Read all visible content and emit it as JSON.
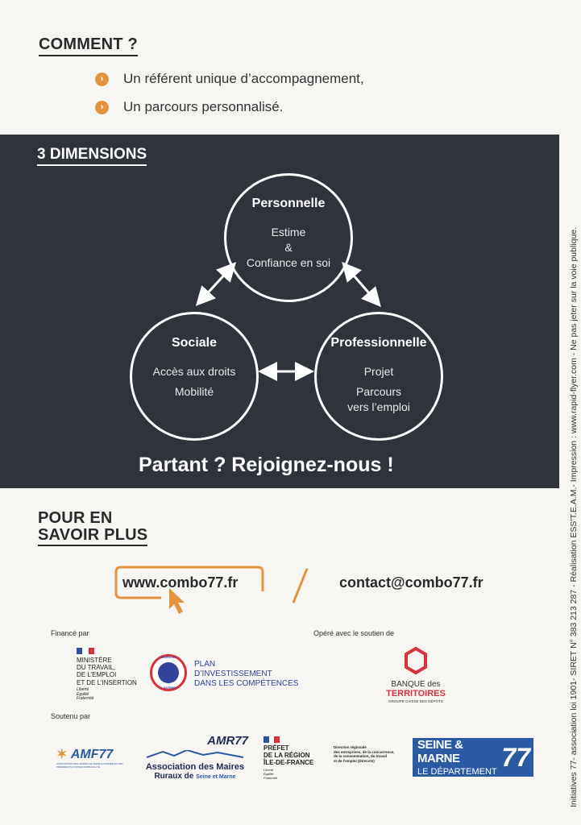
{
  "comment": {
    "title": "COMMENT ?",
    "bullets": [
      "Un référent unique d’accompagnement,",
      "Un parcours personnalisé."
    ]
  },
  "dimensions": {
    "title": "3 DIMENSIONS",
    "personnelle": {
      "title": "Personnelle",
      "lines": [
        "Estime",
        "&",
        "Confiance en soi"
      ]
    },
    "sociale": {
      "title": "Sociale",
      "lines": [
        "Accès aux droits",
        "Mobilité"
      ]
    },
    "professionnelle": {
      "title": "Professionnelle",
      "lines": [
        "Projet",
        "Parcours",
        "vers l’emploi"
      ]
    },
    "tagline": "Partant ? Rejoignez-nous !"
  },
  "savoir": {
    "title_line1": "POUR EN",
    "title_line2": "SAVOIR PLUS",
    "website": "www.combo77.fr",
    "email": "contact@combo77.fr"
  },
  "funding": {
    "finance_par": "Financé par",
    "opere_avec": "Opéré avec le soutien de",
    "soutenu_par": "Soutenu par",
    "ministere": [
      "MINISTÈRE",
      "DU TRAVAIL,",
      "DE L’EMPLOI",
      "ET DE L’INSERTION"
    ],
    "devise": [
      "Liberté",
      "Égalité",
      "Fraternité"
    ],
    "plan": [
      "PLAN",
      "D’INVESTISSEMENT",
      "DANS LES COMPÉTENCES"
    ],
    "investir_seal": [
      "INVESTIR",
      "L’AVENIR"
    ],
    "banque": {
      "line1": "BANQUE des",
      "line2": "TERRITOIRES",
      "line3": "GROUPE CAISSE DES DÉPÔTS"
    },
    "amf": "AMF77",
    "amf_sub": "ASSOCIATION DES MAIRES DE SEINE-ET-MARNE ET DES PRÉSIDENTS D’INTERCOMMUNALITÉ",
    "amr": {
      "logo": "AMR77",
      "line1": "Association des Maires",
      "line2": "Ruraux de",
      "line2b": "Seine et Marne"
    },
    "prefet": [
      "PRÉFET",
      "DE LA RÉGION",
      "ÎLE-DE-FRANCE"
    ],
    "direccte": [
      "Direction régionale",
      "des entreprises, de la concurrence,",
      "de la consommation, du travail",
      "et de l’emploi (Direccte)"
    ],
    "seine": {
      "line1": "SEINE & MARNE",
      "line2": "LE DÉPARTEMENT",
      "logo": "77"
    }
  },
  "footer_vertical": "Initiatives 77- association loi 1901- SIRET N° 383 213 287 - Réalisation ESS’T.E.A.M.- Impression : www.rapid-flyer.com - Ne pas jeter sur la voie publique.",
  "colors": {
    "accent": "#e3933f",
    "panel": "#2f333c",
    "seine_blue": "#2b5aa3"
  }
}
